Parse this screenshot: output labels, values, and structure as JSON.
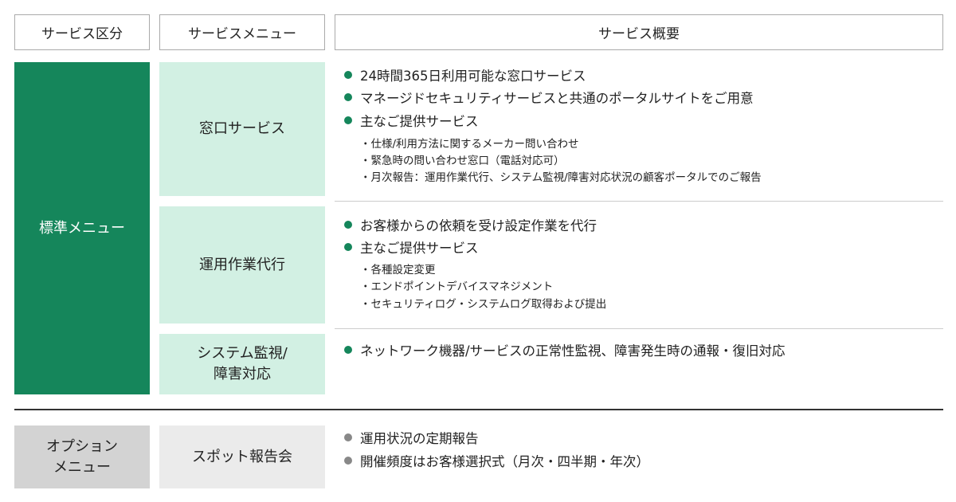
{
  "headers": [
    "サービス区分",
    "サービスメニュー",
    "サービス概要"
  ],
  "colors": {
    "accent": "#15865b",
    "light": "#d2f0e3",
    "option": "#d3d3d3",
    "option_light": "#ebebeb",
    "bullet_green": "#15865b",
    "bullet_gray": "#888888"
  },
  "standard": {
    "category": "標準メニュー",
    "menus": [
      {
        "name": "窓口サービス",
        "bullets": [
          "24時間365日利用可能な窓口サービス",
          "マネージドセキュリティサービスと共通のポータルサイトをご用意",
          "主なご提供サービス"
        ],
        "subs": [
          "・仕様/利用方法に関するメーカー問い合わせ",
          "・緊急時の問い合わせ窓口（電話対応可）",
          "・月次報告：運用作業代行、システム監視/障害対応状況の顧客ポータルでのご報告"
        ]
      },
      {
        "name": "運用作業代行",
        "bullets": [
          "お客様からの依頼を受け設定作業を代行",
          "主なご提供サービス"
        ],
        "subs": [
          "・各種設定変更",
          "・エンドポイントデバイスマネジメント",
          "・セキュリティログ・システムログ取得および提出"
        ]
      },
      {
        "name_line1": "システム監視/",
        "name_line2": "障害対応",
        "bullets": [
          "ネットワーク機器/サービスの正常性監視、障害発生時の通報・復旧対応"
        ]
      }
    ]
  },
  "option": {
    "category_line1": "オプション",
    "category_line2": "メニュー",
    "menu": "スポット報告会",
    "bullets": [
      "運用状況の定期報告",
      "開催頻度はお客様選択式（月次・四半期・年次）"
    ]
  }
}
